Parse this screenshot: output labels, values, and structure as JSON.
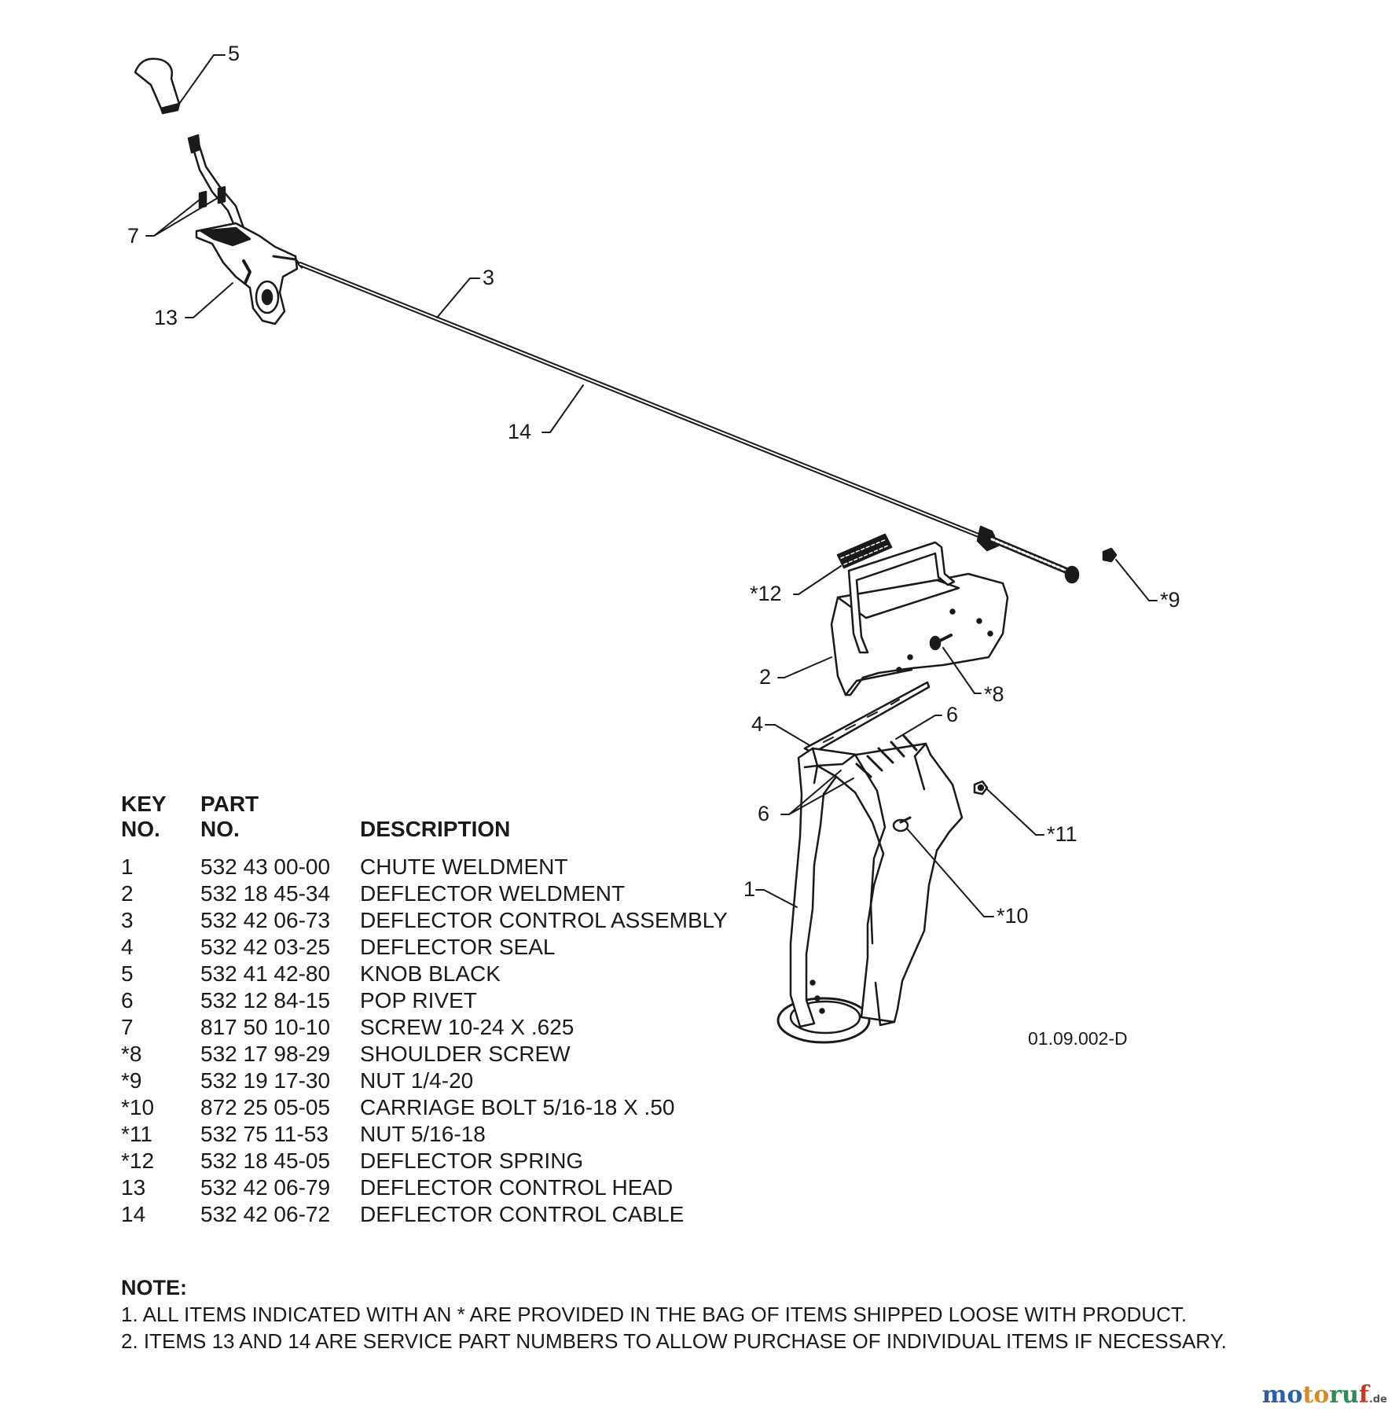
{
  "callouts": {
    "c5": "5",
    "c7": "7",
    "c3": "3",
    "c13": "13",
    "c14": "14",
    "c12": "*12",
    "c9": "*9",
    "c2": "2",
    "c8": "*8",
    "c4": "4",
    "c6a": "6",
    "c6b": "6",
    "c11": "*11",
    "c1": "1",
    "c10": "*10"
  },
  "diagram_code": "01.09.002-D",
  "table": {
    "header": {
      "key_line1": "KEY",
      "key_line2": "NO.",
      "part_line1": "PART",
      "part_line2": "NO.",
      "description": "DESCRIPTION"
    },
    "rows": [
      {
        "key": "1",
        "part": "532 43 00-00",
        "desc": "CHUTE WELDMENT"
      },
      {
        "key": "2",
        "part": "532 18 45-34",
        "desc": "DEFLECTOR WELDMENT"
      },
      {
        "key": "3",
        "part": "532 42 06-73",
        "desc": "DEFLECTOR CONTROL ASSEMBLY"
      },
      {
        "key": "4",
        "part": "532 42 03-25",
        "desc": "DEFLECTOR SEAL"
      },
      {
        "key": "5",
        "part": "532 41 42-80",
        "desc": "KNOB BLACK"
      },
      {
        "key": "6",
        "part": "532 12 84-15",
        "desc": "POP RIVET"
      },
      {
        "key": "7",
        "part": "817 50 10-10",
        "desc": "SCREW 10-24 X .625"
      },
      {
        "key": "*8",
        "part": "532 17 98-29",
        "desc": "SHOULDER SCREW"
      },
      {
        "key": "*9",
        "part": "532 19 17-30",
        "desc": "NUT 1/4-20"
      },
      {
        "key": "*10",
        "part": "872 25 05-05",
        "desc": "CARRIAGE BOLT 5/16-18 X .50"
      },
      {
        "key": "*11",
        "part": "532 75 11-53",
        "desc": "NUT 5/16-18"
      },
      {
        "key": "*12",
        "part": "532 18 45-05",
        "desc": "DEFLECTOR SPRING"
      },
      {
        "key": "13",
        "part": "532 42 06-79",
        "desc": "DEFLECTOR CONTROL HEAD"
      },
      {
        "key": "14",
        "part": "532 42 06-72",
        "desc": "DEFLECTOR CONTROL CABLE"
      }
    ]
  },
  "note": {
    "title": "NOTE:",
    "line1": "1. ALL ITEMS INDICATED WITH AN * ARE PROVIDED IN THE BAG OF ITEMS SHIPPED LOOSE WITH PRODUCT.",
    "line2": "2. ITEMS 13 AND 14 ARE SERVICE PART NUMBERS TO ALLOW PURCHASE OF INDIVIDUAL ITEMS IF NECESSARY."
  },
  "watermark": {
    "p1": "mo",
    "p2": "to",
    "p3": "ru",
    "p4": "f",
    "tld": ".de"
  }
}
